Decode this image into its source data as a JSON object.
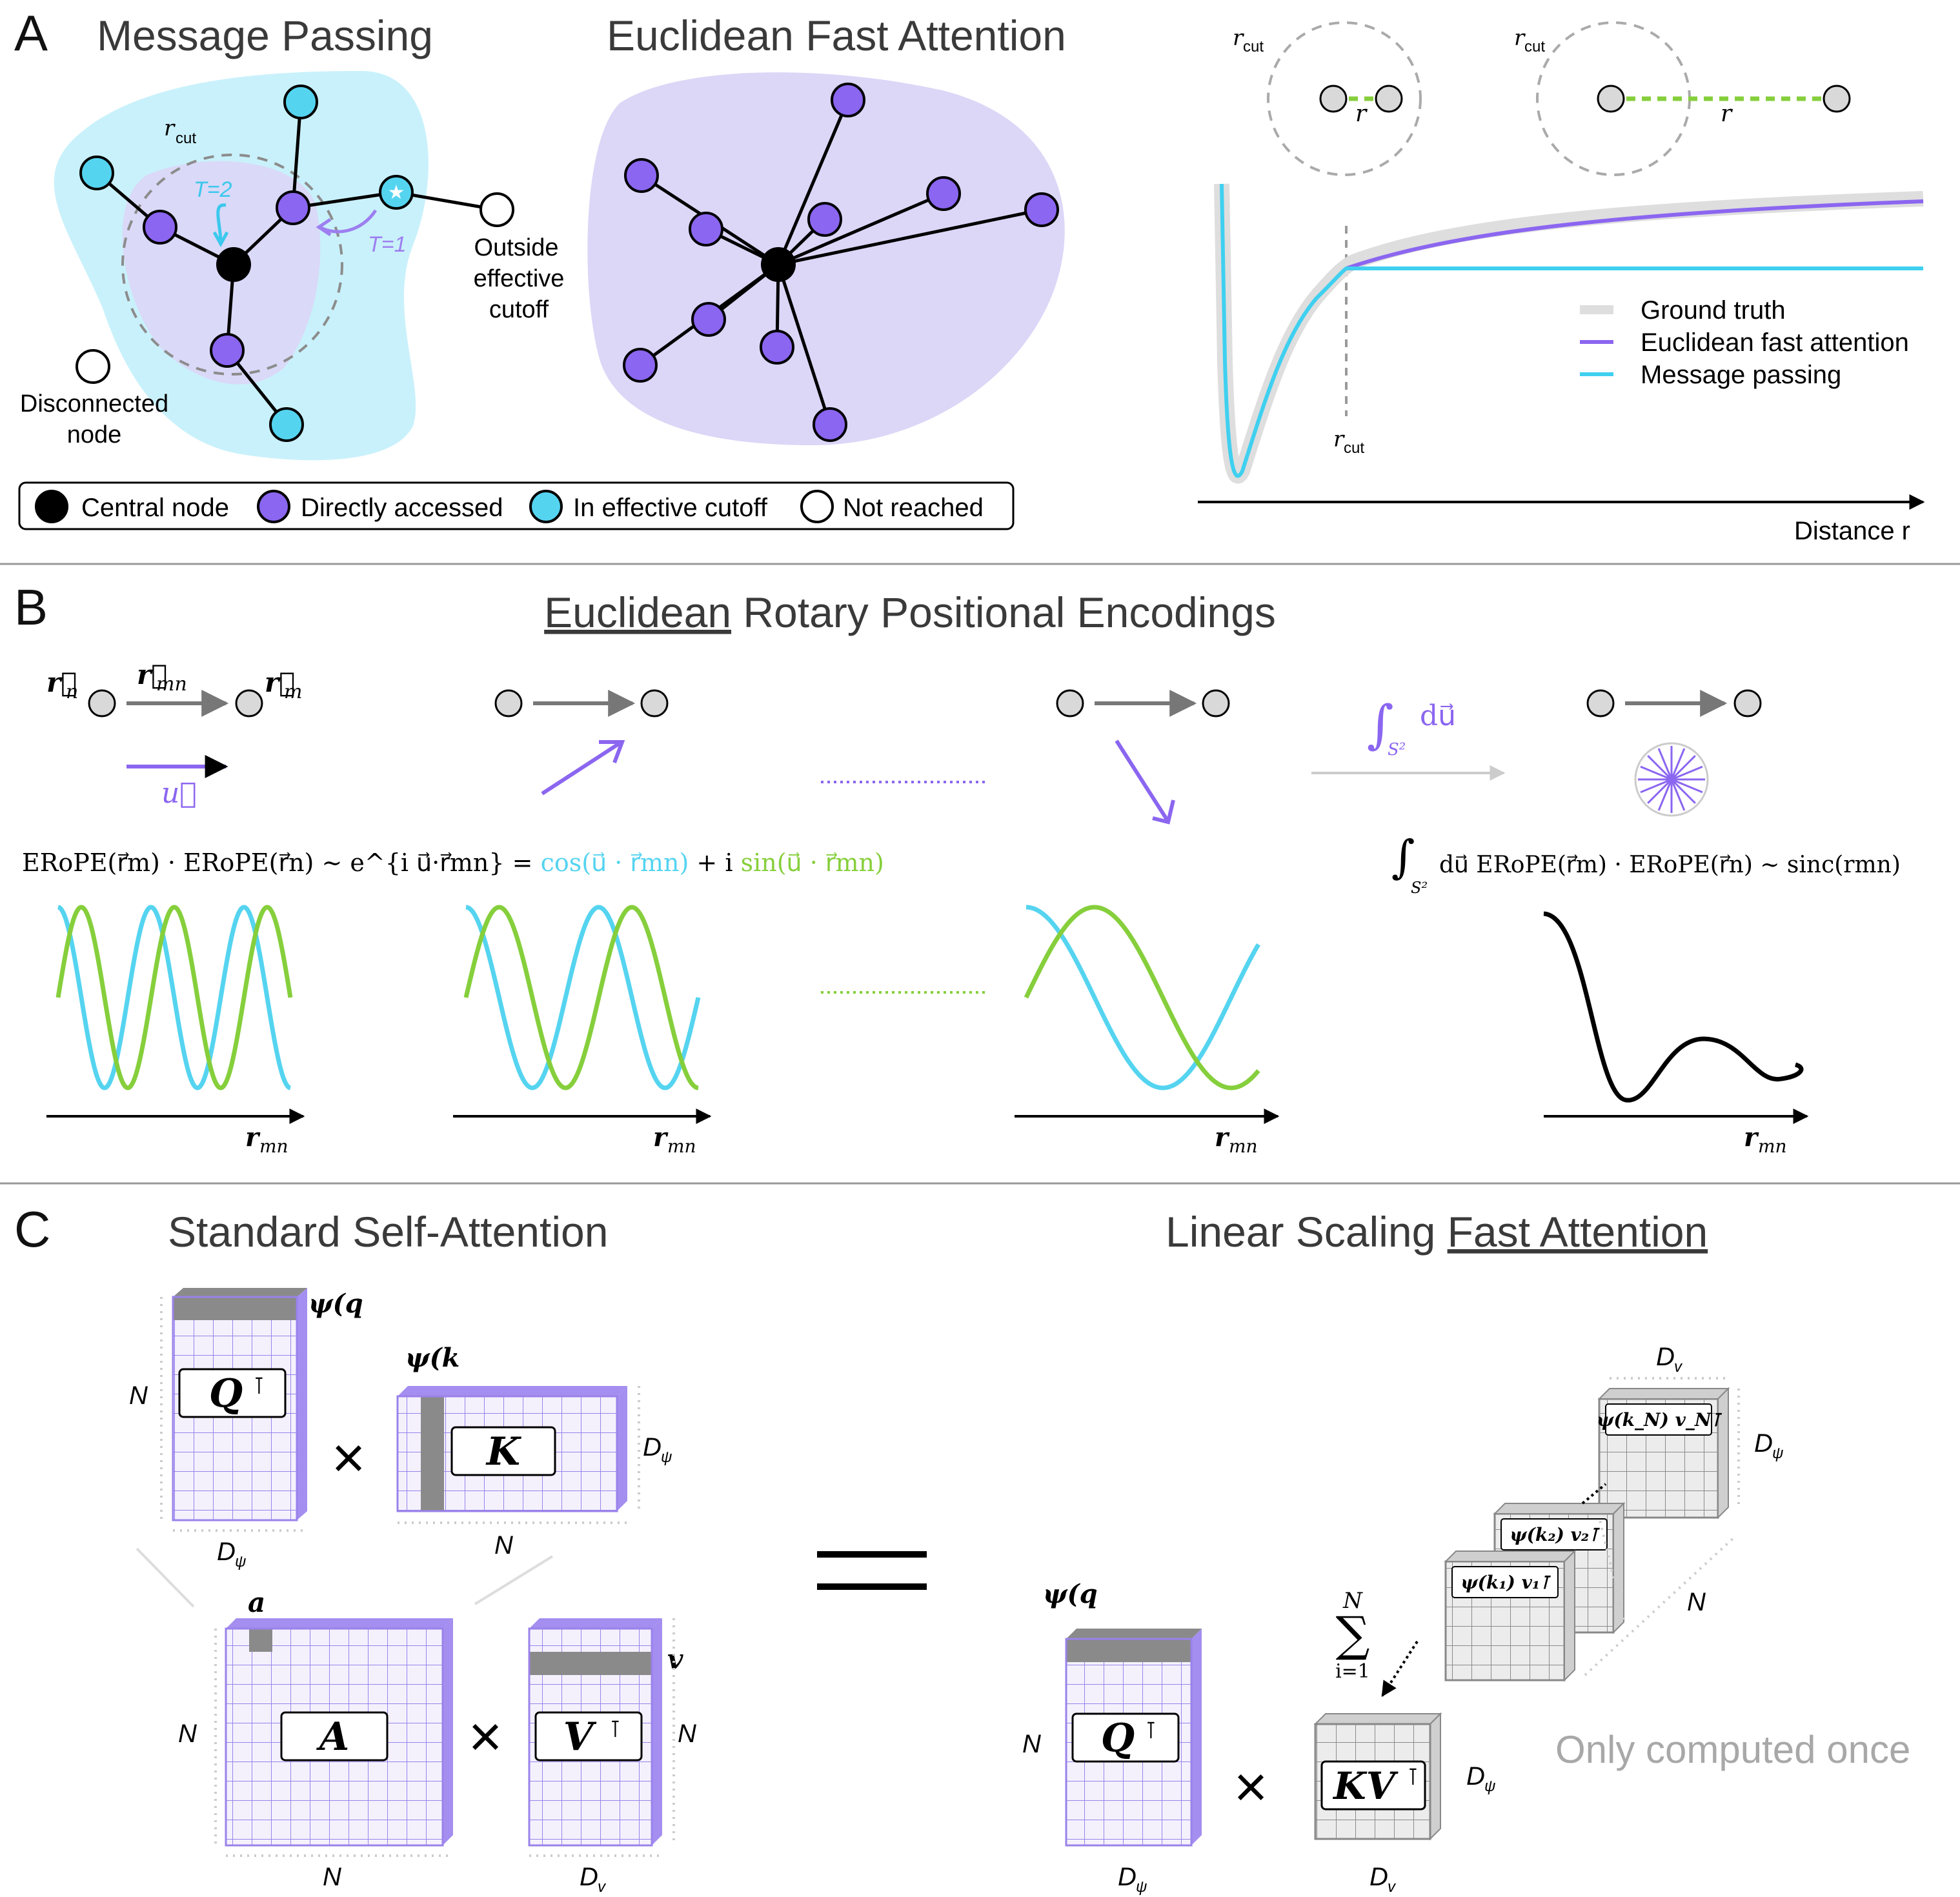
{
  "colors": {
    "purple": "#8b66f0",
    "cyan": "#55d4f0",
    "green": "#86cf3c",
    "lavender": "#dcd6f7",
    "light_cyan": "#c9f1fb",
    "grey_node": "#d9d9d9",
    "dark": "#000000"
  },
  "panelA": {
    "letter": "A",
    "message_passing_title": "Message Passing",
    "efa_title": "Euclidean Fast Attention",
    "rcut_label": "r",
    "rcut_sub": "cut",
    "t2_label": "T=2",
    "t1_label": "T=1",
    "outside_label_lines": [
      "Outside",
      "effective",
      "cutoff"
    ],
    "disconnected_label_lines": [
      "Disconnected",
      "node"
    ],
    "legend": [
      {
        "label": "Central node",
        "color": "#000000"
      },
      {
        "label": "Directly accessed",
        "color": "#8b66f0"
      },
      {
        "label": "In effective cutoff",
        "color": "#55d4f0"
      },
      {
        "label": "Not reached",
        "color": "#ffffff"
      }
    ],
    "plot": {
      "r_label": "r",
      "rcut_label": "r",
      "rcut_sub": "cut",
      "xlabel": "Distance r",
      "legend": [
        {
          "label": "Ground truth",
          "color": "#d9d9d9"
        },
        {
          "label": "Euclidean fast attention",
          "color": "#8b66f0"
        },
        {
          "label": "Message passing",
          "color": "#55d4f0"
        }
      ]
    }
  },
  "panelB": {
    "letter": "B",
    "title_underlined": "Euclidean",
    "title_rest": " Rotary Positional Encodings",
    "rn_label": "r⃗",
    "n_sub": "n",
    "rmn_label": "r⃗",
    "mn_sub": "mn",
    "rm_label": "r⃗",
    "m_sub": "m",
    "u_label": "u⃗",
    "integral_label": "∫",
    "integral_sub": "S²",
    "du_label": "du⃗",
    "formula_left": "ERoPE(r⃗m) · ERoPE(r⃗n) ∼ e^{i u⃗·r⃗mn} = ",
    "formula_cos": "cos(u⃗ · r⃗mn)",
    "formula_plus": " + i ",
    "formula_sin": "sin(u⃗ · r⃗mn)",
    "formula_right": "du⃗ ERoPE(r⃗m) · ERoPE(r⃗n) ∼ sinc(rmn)",
    "axis_label": "r",
    "axis_sub": "mn"
  },
  "panelC": {
    "letter": "C",
    "standard_title": "Standard Self-Attention",
    "fast_title_prefix": "Linear Scaling ",
    "fast_title_underlined": "Fast Attention",
    "only_once": "Only computed once",
    "psi_qm": "ψ(q",
    "psi_kn": "ψ(k",
    "Q": "Q",
    "K": "K",
    "A": "A",
    "V": "V",
    "KV": "KV",
    "T": "⊺",
    "N": "N",
    "D": "D",
    "psi_sub": "ψ",
    "v_sub": "v",
    "a_mn": "a",
    "v_n": "v",
    "times": "×",
    "sum_top": "N",
    "sum_sym": "∑",
    "sum_bottom": "i=1",
    "k1": "ψ(k₁) v₁⊺",
    "k2": "ψ(k₂) v₂⊺",
    "kN": "ψ(k_N) v_N⊺"
  }
}
